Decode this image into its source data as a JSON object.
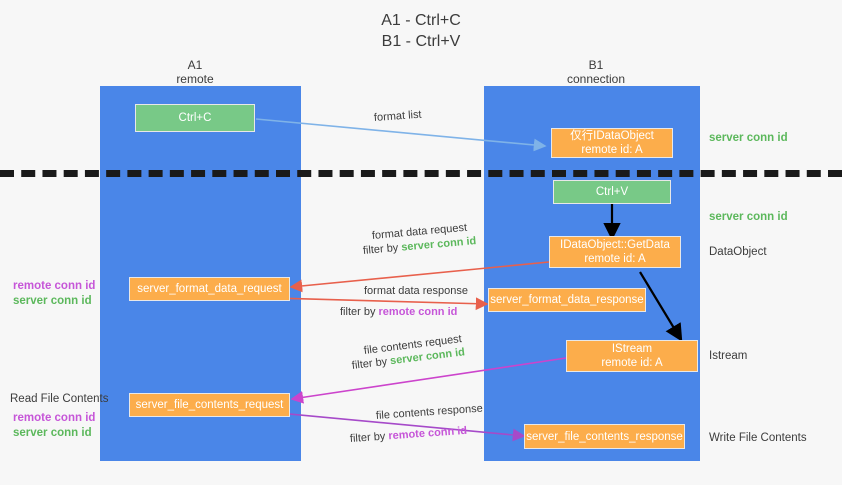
{
  "title": {
    "line1": "A1 - Ctrl+C",
    "line2": "B1 - Ctrl+V"
  },
  "columns": [
    {
      "name": "A1",
      "sub": "remote"
    },
    {
      "name": "B1",
      "sub": "connection"
    }
  ],
  "colors": {
    "lane": "#4a86e8",
    "green_node": "#78c987",
    "orange_node": "#fcad4b",
    "server_conn": "#5cb85c",
    "remote_conn": "#c656d8",
    "divider": "#1a1a1a",
    "arrow_blue": "#7fb3e8",
    "arrow_red": "#e8604c",
    "arrow_magenta": "#cc44cc",
    "arrow_purple": "#a64ac9",
    "arrow_black": "#000000"
  },
  "nodes": {
    "ctrl_c": {
      "line1": "Ctrl+C",
      "line2": ""
    },
    "idataobject_remote": {
      "line1": "仅行IDataObject",
      "line2": "remote id: A"
    },
    "ctrl_v": {
      "line1": "Ctrl+V",
      "line2": ""
    },
    "getdata": {
      "line1": "IDataObject::GetData",
      "line2": "remote id: A"
    },
    "server_format_data_request": {
      "line1": "server_format_data_request",
      "line2": ""
    },
    "server_format_data_response": {
      "line1": "server_format_data_response",
      "line2": ""
    },
    "istream": {
      "line1": "IStream",
      "line2": "remote id: A"
    },
    "server_file_contents_request": {
      "line1": "server_file_contents_request",
      "line2": ""
    },
    "server_file_contents_response": {
      "line1": "server_file_contents_response",
      "line2": ""
    }
  },
  "edge_labels": {
    "format_list": "format list",
    "format_data_request": "format data request",
    "format_data_request_filter_prefix": "filter by ",
    "format_data_request_filter_value": "server conn id",
    "format_data_response": "format data response",
    "format_data_response_filter_prefix": "filter by ",
    "format_data_response_filter_value": "remote conn id",
    "file_contents_request": "file contents request",
    "file_contents_request_filter_prefix": "filter by ",
    "file_contents_request_filter_value": "server conn id",
    "file_contents_response": "file contents response",
    "file_contents_response_filter_prefix": "filter by ",
    "file_contents_response_filter_value": "remote conn id"
  },
  "side_labels": {
    "right_server_conn_top": "server conn id",
    "right_server_conn_mid": "server conn id",
    "right_dataobject": "DataObject",
    "right_istream": "Istream",
    "right_write_file_contents": "Write File Contents",
    "left_remote_conn_mid": "remote conn id",
    "left_server_conn_mid": "server conn id",
    "left_read_file_contents": "Read File Contents",
    "left_remote_conn_bottom": "remote conn id",
    "left_server_conn_bottom": "server conn id"
  }
}
